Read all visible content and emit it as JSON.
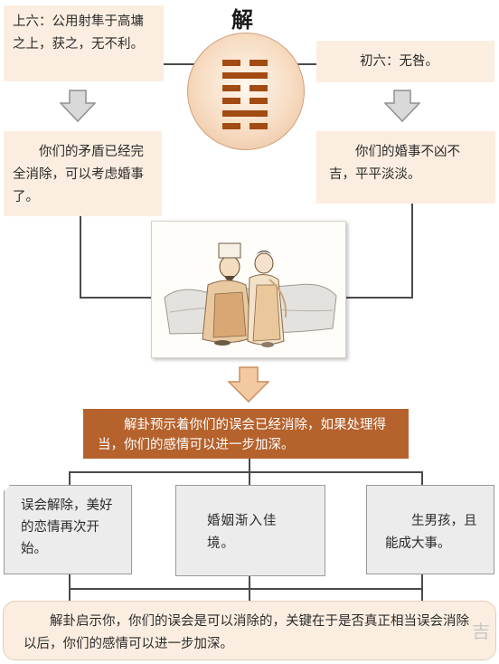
{
  "title": "解",
  "top_left": {
    "text": "上六：公用射隼于高墉之上，获之，无不利。"
  },
  "top_right": {
    "text": "初六：无咎。"
  },
  "mid_left": {
    "text": "你们的矛盾已经完全消除，可以考虑婚事了。"
  },
  "mid_right": {
    "text": "你们的婚事不凶不吉，平平淡淡。"
  },
  "center_banner": {
    "text": "解卦预示着你们的误会已经消除，如果处理得当，你们的感情可以进一步加深。"
  },
  "outcomes": [
    {
      "text": "误会解除，美好的恋情再次开始。"
    },
    {
      "text": "婚姻渐入佳境。"
    },
    {
      "text": "生男孩，且能成大事。"
    }
  ],
  "bottom": {
    "text": "解卦启示你，你们的误会是可以消除的，关键在于是否真正相当误会消除以后，你们的感情可以进一步加深。"
  },
  "watermark": "吉",
  "colors": {
    "peach": "#fbeee0",
    "brown": "#b5622c",
    "gray": "#ececec",
    "arrow": "#d9b28c",
    "line": "#4a4a4a"
  },
  "icons": [
    "hexagram-icon",
    "down-arrow-icon",
    "couple-illustration"
  ]
}
